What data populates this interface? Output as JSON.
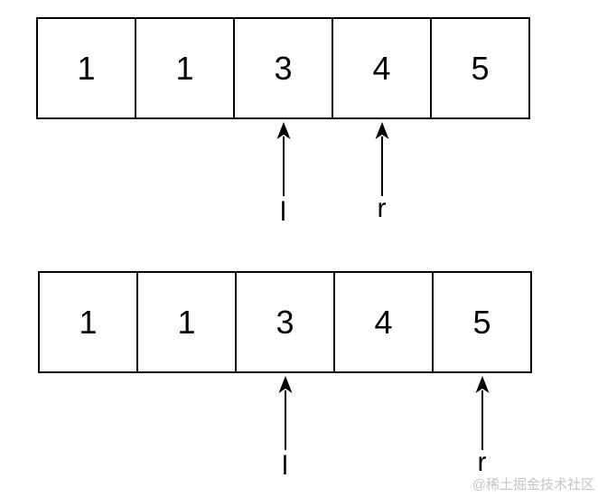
{
  "figure": {
    "type": "two-pointer-array-diagram",
    "line_color": "#000000",
    "diagrams": [
      {
        "name": "step-1",
        "cells": [
          "1",
          "1",
          "3",
          "4",
          "5"
        ],
        "pointers": [
          {
            "label": "l",
            "cell_index": 2
          },
          {
            "label": "r",
            "cell_index": 3
          }
        ]
      },
      {
        "name": "step-2",
        "cells": [
          "1",
          "1",
          "3",
          "4",
          "5"
        ],
        "pointers": [
          {
            "label": "l",
            "cell_index": 2
          },
          {
            "label": "r",
            "cell_index": 4
          }
        ]
      }
    ]
  },
  "watermark": {
    "text": "@稀土掘金技术社区",
    "color": "#c5c5c5"
  }
}
